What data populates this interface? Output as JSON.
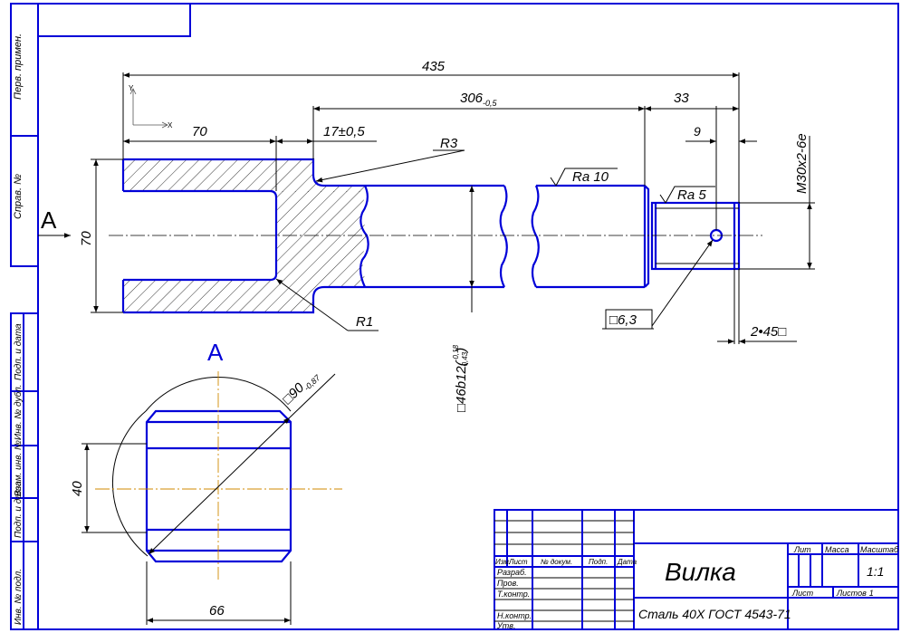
{
  "side_columns": {
    "first_use": "Перв. примен.",
    "reference_no": "Справ. №",
    "sign_date_1": "Подп. и дата",
    "dup_inv_no": "Инв. № дубл.",
    "replace_inv_no": "Взам. инв. №",
    "sign_date_2": "Подп. и дата",
    "orig_inv_no": "Инв. № подл."
  },
  "dimensions": {
    "overall_length": "435",
    "shaft_length": "306",
    "shaft_length_tol": "-0,5",
    "thread_length": "33",
    "groove_width": "9",
    "fork_depth": "70",
    "fork_offset": "17±0,5",
    "fillet_r3": "R3",
    "fillet_r1": "R1",
    "fork_height": "70",
    "shaft_diameter": "□46b12(",
    "shaft_tol_upper": "-0,18",
    "shaft_tol_lower": "-0,43",
    "shaft_tol_close": ")",
    "thread_spec": "M30x2-6e",
    "hole_diameter": "□6,3",
    "chamfer": "2•45□",
    "roughness_10": "Ra 10",
    "roughness_5": "Ra 5",
    "section_width": "40",
    "section_length": "66",
    "section_diameter": "□90",
    "section_diameter_tol": "-0,87"
  },
  "labels": {
    "view_arrow": "A",
    "view_title": "A"
  },
  "title_block": {
    "part_name": "Вилка",
    "material": "Сталь 40Х ГОСТ 4543-71",
    "head_izm": "Изм.",
    "head_list": "Лист",
    "head_doc": "№ докум.",
    "head_sign": "Подп.",
    "head_date": "Дата",
    "role_designed": "Разраб.",
    "role_checked": "Пров.",
    "role_tech": "Т.контр.",
    "role_norm": "Н.контр.",
    "role_approved": "Утв.",
    "col_lit": "Лит",
    "col_mass": "Масса",
    "col_scale": "Масштаб",
    "scale_value": "1:1",
    "sheet_label": "Лист",
    "sheets_label": "Листов",
    "sheets_value": "1"
  },
  "colors": {
    "part_outline": "#0000d8",
    "section_axis": "#d08a00",
    "dimension_lines": "#000000"
  }
}
